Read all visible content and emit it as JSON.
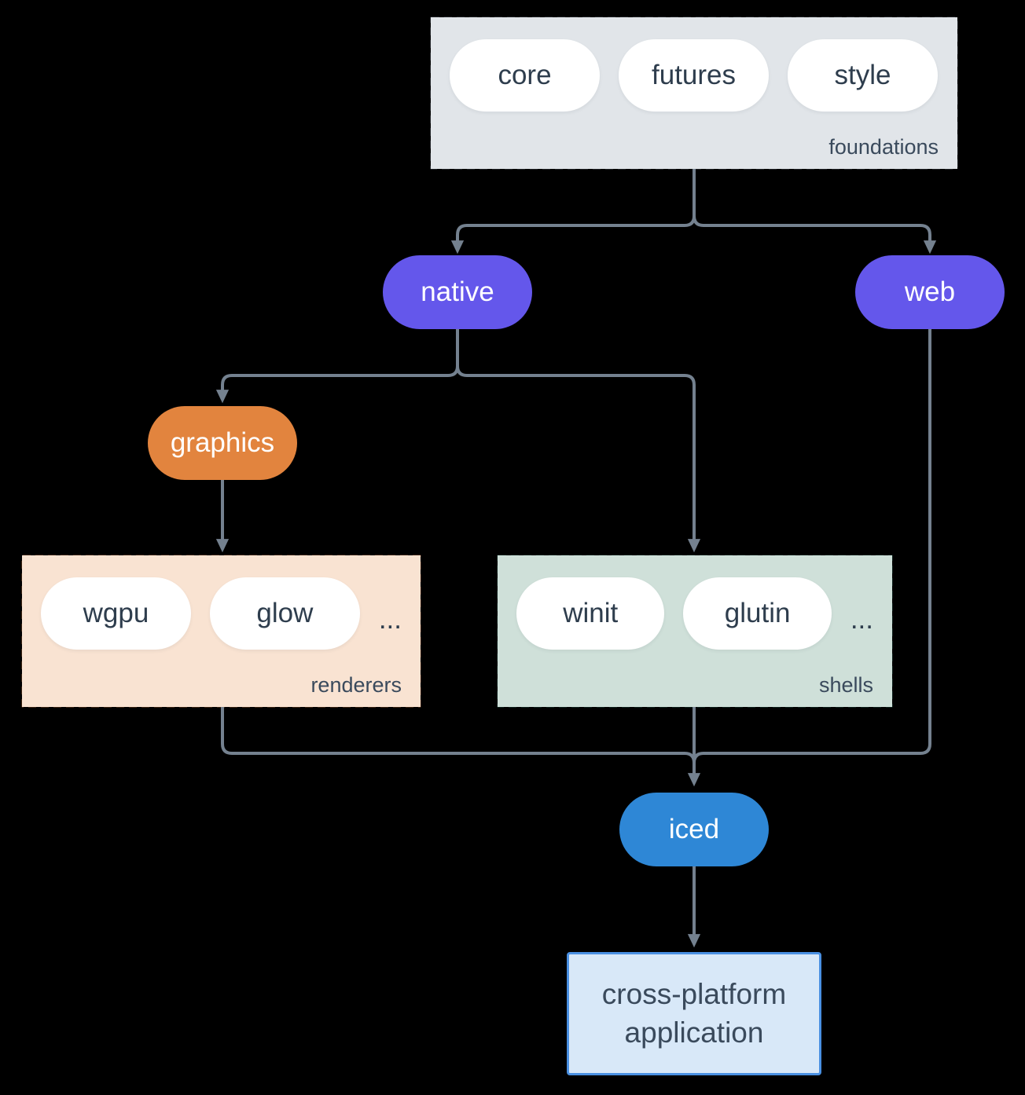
{
  "colors": {
    "background": "#000000",
    "line": "#74818F",
    "pill_text_dark": "#2E3D4D",
    "group_label": "#3A4A5C",
    "node_native": "#6457EB",
    "node_web": "#6457EB",
    "node_graphics": "#E2843E",
    "node_iced": "#2E87D6",
    "foundations_fill": "#E1E5E9",
    "foundations_border": "#7C8A99",
    "renderers_fill": "#F9E3D2",
    "renderers_border": "#E8873F",
    "shells_fill": "#CFE0D9",
    "shells_border": "#2F7D6C",
    "app_fill": "#D8E8F8",
    "app_border": "#4A90E2"
  },
  "groups": {
    "foundations": {
      "label": "foundations",
      "pills": [
        "core",
        "futures",
        "style"
      ]
    },
    "renderers": {
      "label": "renderers",
      "pills": [
        "wgpu",
        "glow"
      ],
      "ellipsis": "..."
    },
    "shells": {
      "label": "shells",
      "pills": [
        "winit",
        "glutin"
      ],
      "ellipsis": "..."
    }
  },
  "nodes": {
    "native": "native",
    "web": "web",
    "graphics": "graphics",
    "iced": "iced"
  },
  "app": {
    "line1": "cross-platform",
    "line2": "application"
  }
}
